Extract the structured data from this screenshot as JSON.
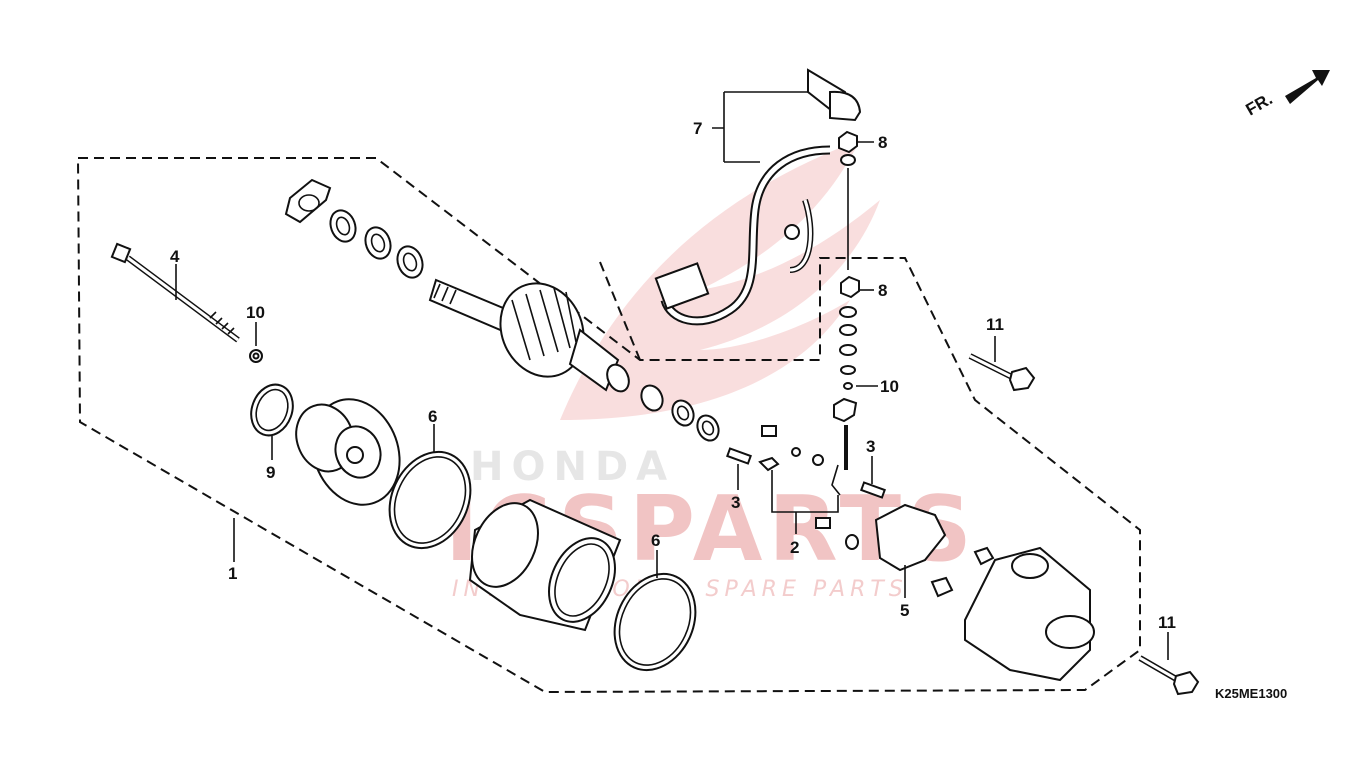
{
  "diagram": {
    "code": "K25ME1300",
    "direction_label": "FR.",
    "callouts": [
      "1",
      "2",
      "3",
      "3",
      "3",
      "4",
      "5",
      "6",
      "6",
      "7",
      "8",
      "8",
      "9",
      "10",
      "10",
      "11",
      "11"
    ]
  },
  "watermark": {
    "brand": "HONDA",
    "main": "ICSPARTS",
    "tagline": "INTERNATIONAL SPARE PARTS"
  },
  "colors": {
    "line": "#111111",
    "watermark": "#f1c4c4"
  }
}
